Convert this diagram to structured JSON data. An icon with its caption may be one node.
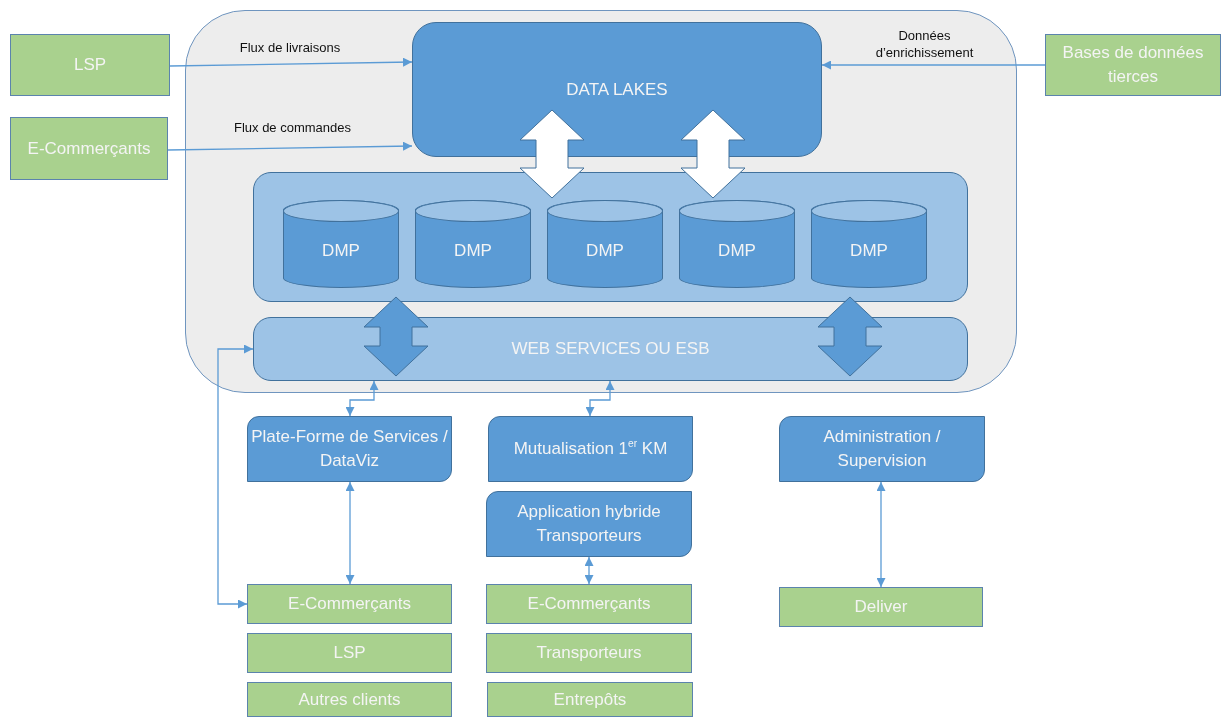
{
  "diagram": {
    "nodes": [
      {
        "text": [],
        "shape": "box"
      },
      {
        "text": [
          "LSP"
        ]
      },
      {
        "text": [
          "E-Commerçants"
        ]
      },
      {
        "text": [
          "Bases de données tierces"
        ]
      },
      {
        "text": [
          "DATA LAKES"
        ],
        "in": 0
      },
      {
        "text": [],
        "shape": "box",
        "in": 0
      },
      {
        "text": [
          "DMP"
        ],
        "in": 5
      },
      {
        "text": [
          "DMP"
        ],
        "in": 5
      },
      {
        "text": [
          "DMP"
        ],
        "in": 5
      },
      {
        "text": [
          "DMP"
        ],
        "in": 5
      },
      {
        "text": [
          "DMP"
        ],
        "in": 5
      },
      {
        "text": [
          "WEB SERVICES OU ESB"
        ],
        "in": 0
      },
      {
        "text": [
          "Plate-Forme de Services / DataViz"
        ]
      },
      {
        "text": [
          "Mutualisation 1$^{er}$ KM"
        ]
      },
      {
        "text": [
          "Administration / Supervision"
        ]
      },
      {
        "text": [
          "Application hybride Transporteurs"
        ]
      },
      {
        "text": [
          "E-Commerçants"
        ]
      },
      {
        "text": [
          "LSP"
        ]
      },
      {
        "text": [
          "Autres clients"
        ]
      },
      {
        "text": [
          "E-Commerçants"
        ]
      },
      {
        "text": [
          "Transporteurs"
        ]
      },
      {
        "text": [
          "Entrepôts"
        ]
      },
      {
        "text": [
          "Deliver"
        ]
      }
    ],
    "edges": [
      {
        "from": 1,
        "to": 4,
        "arrow": "to",
        "label": "Flux de livraisons"
      },
      {
        "from": 2,
        "to": 4,
        "arrow": "to",
        "label": "Flux de commandes"
      },
      {
        "from": 3,
        "to": 4,
        "arrow": "to",
        "label": "Données d’enrichissement"
      },
      {
        "from": 5,
        "to": 4,
        "arrow": "both",
        "style": "thick",
        "color": "#ffffff"
      },
      {
        "from": 5,
        "to": 4,
        "arrow": "both",
        "style": "thick",
        "color": "#ffffff"
      },
      {
        "from": 5,
        "to": 11,
        "arrow": "both",
        "style": "thick",
        "color": "#5b9bd5"
      },
      {
        "from": 5,
        "to": 11,
        "arrow": "both",
        "style": "thick",
        "color": "#5b9bd5"
      },
      {
        "from": 12,
        "to": 11,
        "arrow": "both"
      },
      {
        "from": 13,
        "to": 11,
        "arrow": "both"
      },
      {
        "from": 11,
        "to": 16,
        "arrow": "both"
      },
      {
        "from": 12,
        "to": 16,
        "arrow": "both"
      },
      {
        "from": 15,
        "to": 19,
        "arrow": "both"
      },
      {
        "from": 14,
        "to": 22,
        "arrow": "both"
      }
    ]
  }
}
